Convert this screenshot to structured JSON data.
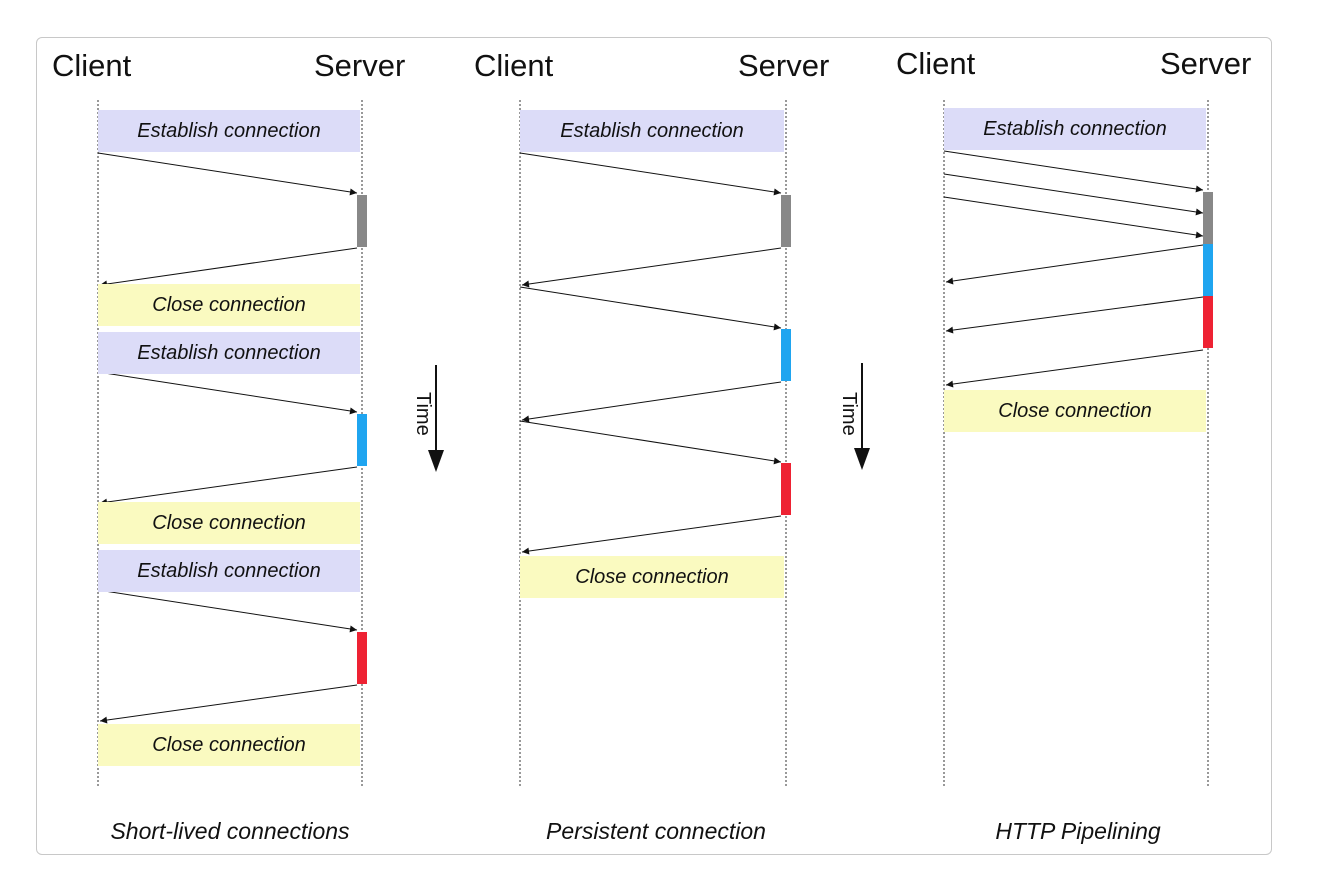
{
  "colors": {
    "est_bg": "#dcdcf8",
    "close_bg": "#fafac0",
    "gray": "#888888",
    "blue": "#1fa5f0",
    "red": "#ee2233"
  },
  "time_label": "Time",
  "panels": [
    {
      "client_label": "Client",
      "server_label": "Server",
      "caption": "Short-lived connections",
      "boxes": [
        {
          "kind": "est",
          "text": "Establish connection"
        },
        {
          "kind": "close",
          "text": "Close connection"
        },
        {
          "kind": "est",
          "text": "Establish connection"
        },
        {
          "kind": "close",
          "text": "Close connection"
        },
        {
          "kind": "est",
          "text": "Establish connection"
        },
        {
          "kind": "close",
          "text": "Close connection"
        }
      ]
    },
    {
      "client_label": "Client",
      "server_label": "Server",
      "caption": "Persistent connection",
      "boxes": [
        {
          "kind": "est",
          "text": "Establish connection"
        },
        {
          "kind": "close",
          "text": "Close connection"
        }
      ]
    },
    {
      "client_label": "Client",
      "server_label": "Server",
      "caption": "HTTP Pipelining",
      "boxes": [
        {
          "kind": "est",
          "text": "Establish connection"
        },
        {
          "kind": "close",
          "text": "Close connection"
        }
      ]
    }
  ]
}
